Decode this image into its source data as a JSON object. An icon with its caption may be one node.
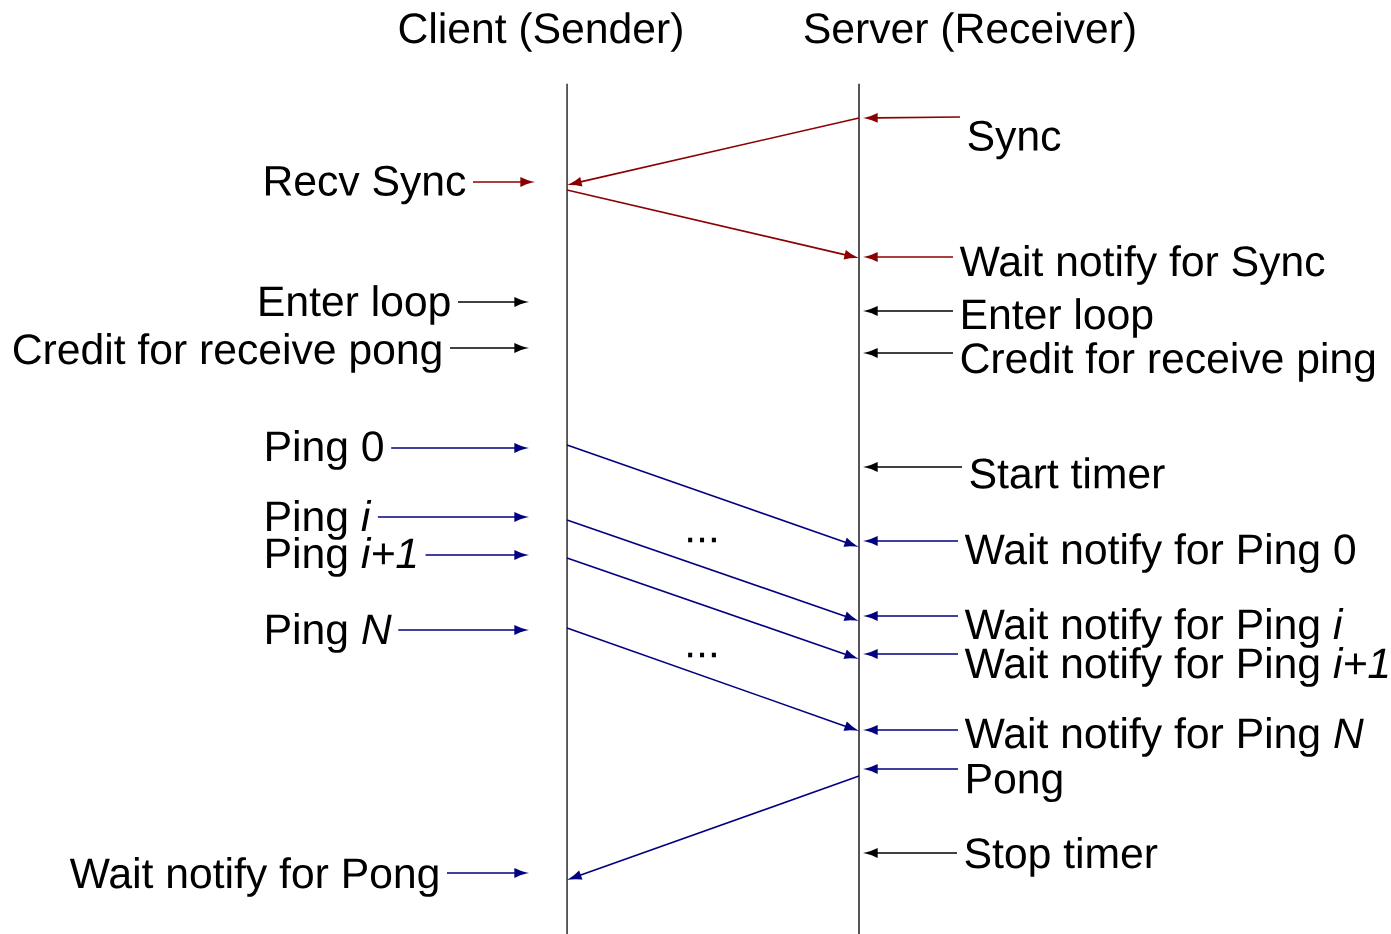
{
  "diagram": {
    "nodes": [
      {
        "text": [],
        "shape": "bar",
        "beside": [
          "Client (Sender)"
        ]
      },
      {
        "text": [],
        "shape": "bar",
        "beside": [
          "Server (Receiver)"
        ]
      },
      {
        "text": [
          "Sync"
        ]
      },
      {
        "text": [
          "Recv Sync"
        ]
      },
      {
        "text": [
          "Wait notify for Sync"
        ]
      },
      {
        "text": [
          "Enter loop"
        ]
      },
      {
        "text": [
          "Credit for receive pong"
        ]
      },
      {
        "text": [
          "Enter loop"
        ]
      },
      {
        "text": [
          "Credit for receive ping"
        ]
      },
      {
        "text": [
          "Ping 0"
        ]
      },
      {
        "text": [
          "Start timer"
        ]
      },
      {
        "text": [
          "Ping *i*"
        ]
      },
      {
        "text": [
          "Ping *i+1*"
        ]
      },
      {
        "text": [
          "Wait notify for Ping 0"
        ]
      },
      {
        "text": [
          "Ping *N*"
        ]
      },
      {
        "text": [
          "Wait notify for Ping *i*"
        ]
      },
      {
        "text": [
          "Wait notify for Ping *i+1*"
        ]
      },
      {
        "text": [
          "Wait notify for Ping *N*"
        ]
      },
      {
        "text": [
          "Pong"
        ]
      },
      {
        "text": [
          "Stop timer"
        ]
      },
      {
        "text": [
          "Wait notify for Pong"
        ]
      }
    ],
    "edges": [
      {
        "from": 2,
        "to": 1,
        "arrow": "to",
        "color": "#8b0000"
      },
      {
        "from": 3,
        "to": null,
        "arrow": "to",
        "color": "#8b0000"
      },
      {
        "from": 4,
        "to": 1,
        "arrow": "to",
        "color": "#8b0000"
      },
      {
        "from": 5,
        "to": null,
        "arrow": "to",
        "color": "#000000"
      },
      {
        "from": 6,
        "to": null,
        "arrow": "to",
        "color": "#000000"
      },
      {
        "from": 7,
        "to": 1,
        "arrow": "to",
        "color": "#000000"
      },
      {
        "from": 8,
        "to": 1,
        "arrow": "to",
        "color": "#000000"
      },
      {
        "from": 9,
        "to": null,
        "arrow": "to"
      },
      {
        "from": 10,
        "to": 1,
        "arrow": "to",
        "color": "#000000"
      },
      {
        "from": 11,
        "to": null,
        "arrow": "to"
      },
      {
        "from": 12,
        "to": null,
        "arrow": "to"
      },
      {
        "from": 13,
        "to": 1,
        "arrow": "to"
      },
      {
        "from": 14,
        "to": null,
        "arrow": "to"
      },
      {
        "from": 15,
        "to": 1,
        "arrow": "to"
      },
      {
        "from": 16,
        "to": 1,
        "arrow": "to"
      },
      {
        "from": 17,
        "to": 1,
        "arrow": "to"
      },
      {
        "from": 18,
        "to": 1,
        "arrow": "to"
      },
      {
        "from": 19,
        "to": 1,
        "arrow": "to",
        "color": "#000000"
      },
      {
        "from": 20,
        "to": null,
        "arrow": "to"
      },
      {
        "from": 1,
        "to": 0,
        "arrow": "to",
        "color": "#8b0000"
      },
      {
        "from": 0,
        "to": 1,
        "arrow": "to",
        "color": "#8b0000"
      },
      {
        "from": 0,
        "to": 1,
        "arrow": "to"
      },
      {
        "from": 0,
        "to": 1,
        "arrow": "to"
      },
      {
        "from": 0,
        "to": 1,
        "arrow": "to"
      },
      {
        "from": 0,
        "to": 1,
        "arrow": "to"
      },
      {
        "from": 1,
        "to": 0,
        "arrow": "to"
      }
    ],
    "labels": [
      "...",
      "..."
    ]
  }
}
